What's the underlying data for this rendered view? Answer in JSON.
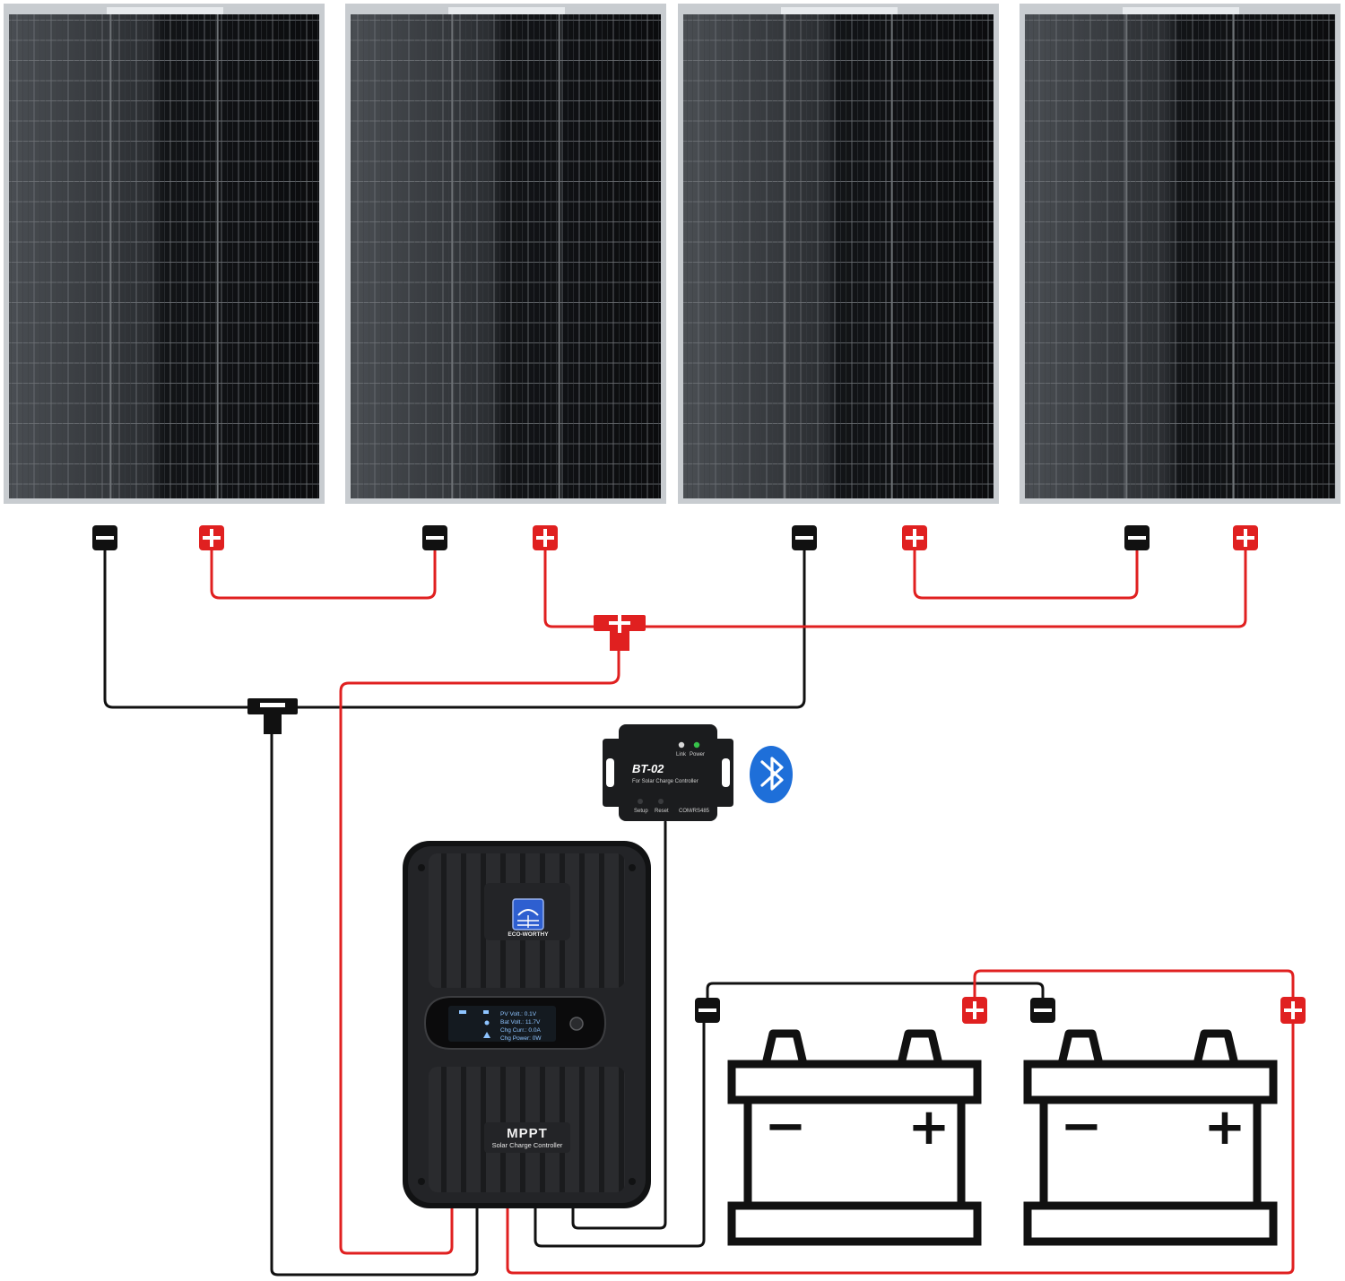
{
  "colors": {
    "panel_cell": "#101215",
    "panel_frame": "#c8ccd0",
    "panel_grid": "#6e7276",
    "wire_negative": "#111111",
    "wire_positive": "#e02020",
    "connector_negative": "#111111",
    "connector_positive": "#e02020",
    "controller_body": "#222325",
    "battery_outline": "#111111",
    "bluetooth_blue": "#1e6fd9"
  },
  "solar_panels": [
    {
      "name": "panel-1"
    },
    {
      "name": "panel-2"
    },
    {
      "name": "panel-3"
    },
    {
      "name": "panel-4"
    }
  ],
  "connector_icons": {
    "negative": "minus-connector-icon",
    "positive": "plus-connector-icon",
    "branch": "branch-connector-icon"
  },
  "bluetooth_module": {
    "model": "BT-02",
    "subtitle": "For Solar Charge Controller",
    "indicator_link": "Link",
    "indicator_power": "Power",
    "button_setup": "Setup",
    "button_reset": "Reset",
    "port_label": "COM/RS485",
    "icon": "bluetooth-icon"
  },
  "controller": {
    "brand": "ECO-WORTHY",
    "type_label": "MPPT",
    "subtitle": "Solar Charge Controller",
    "display_lines": [
      "PV  Volt.:  0.1V",
      "Bat Volt.: 11.7V",
      "Chg Curr.:  0.0A",
      "Chg Power:    0W"
    ],
    "icons": [
      "sun-logo-icon",
      "display-icon",
      "power-button-icon"
    ]
  },
  "batteries": [
    {
      "name": "battery-1",
      "negative_symbol": "−",
      "positive_symbol": "+"
    },
    {
      "name": "battery-2",
      "negative_symbol": "−",
      "positive_symbol": "+"
    }
  ]
}
